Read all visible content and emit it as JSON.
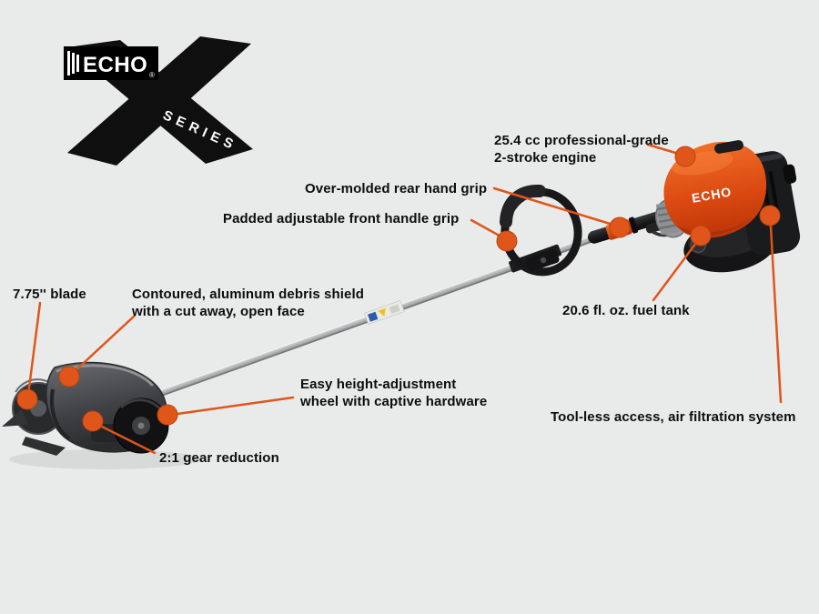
{
  "page": {
    "background": "#e9eaea"
  },
  "accent": "#e0561a",
  "logo": {
    "brand": "ECHO",
    "registered": "®",
    "series": "SERIES"
  },
  "machine": {
    "engine_brand": "ECHO"
  },
  "callouts": [
    {
      "id": "engine",
      "label": "25.4 cc professional-grade\n2-stroke engine"
    },
    {
      "id": "rear-grip",
      "label": "Over-molded rear hand grip"
    },
    {
      "id": "front-handle",
      "label": "Padded adjustable front handle grip"
    },
    {
      "id": "blade",
      "label": "7.75'' blade"
    },
    {
      "id": "debris-shield",
      "label": "Contoured, aluminum debris shield\nwith a cut away, open face"
    },
    {
      "id": "fuel-tank",
      "label": "20.6 fl. oz. fuel tank"
    },
    {
      "id": "wheel",
      "label": "Easy height-adjustment\nwheel with captive hardware"
    },
    {
      "id": "air-filter",
      "label": "Tool-less access, air filtration system"
    },
    {
      "id": "gear",
      "label": "2:1 gear reduction"
    }
  ]
}
